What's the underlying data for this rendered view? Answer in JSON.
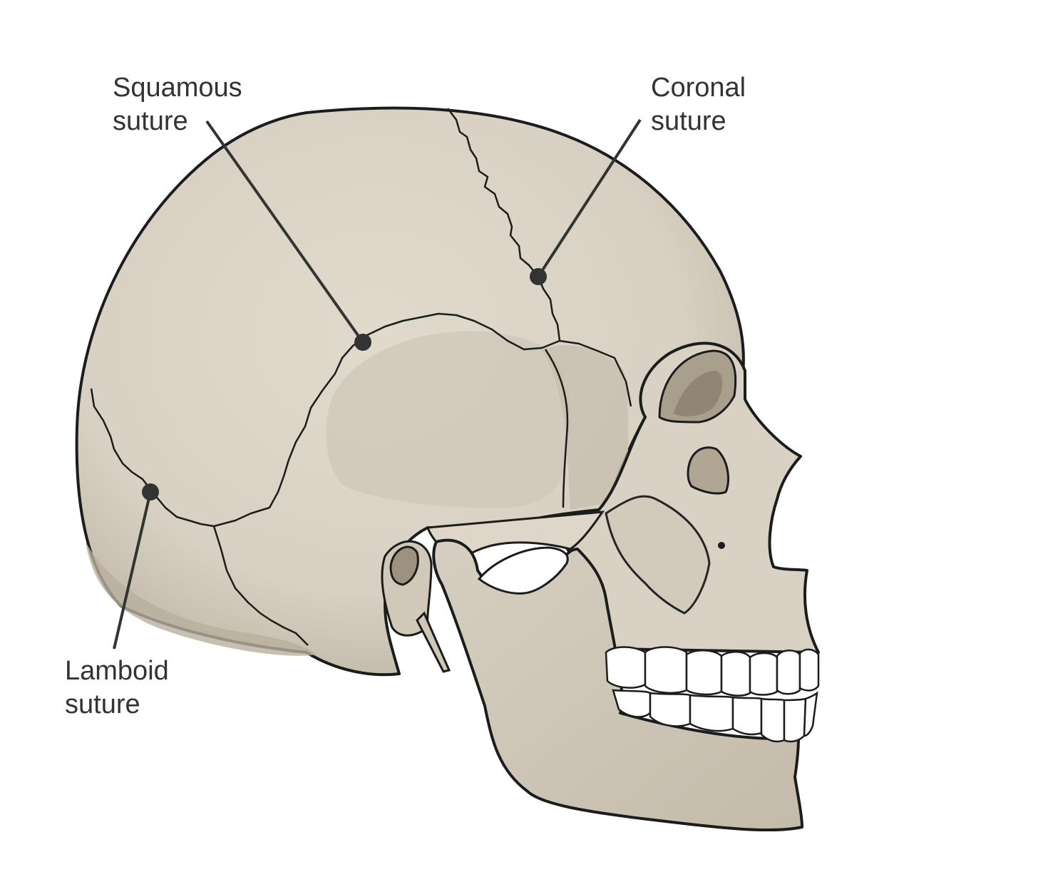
{
  "labels": {
    "squamous": {
      "line1": "Squamous",
      "line2": "suture"
    },
    "coronal": {
      "line1": "Coronal",
      "line2": "suture"
    },
    "lamboid": {
      "line1": "Lamboid",
      "line2": "suture"
    }
  },
  "colors": {
    "background": "#ffffff",
    "bone": "#ddd7ca",
    "bone_shadow": "#c5bcab",
    "bone_dark": "#b3a896",
    "outline": "#1c1c1c",
    "teeth": "#ffffff",
    "leader": "#333333",
    "label_text": "#333333"
  }
}
